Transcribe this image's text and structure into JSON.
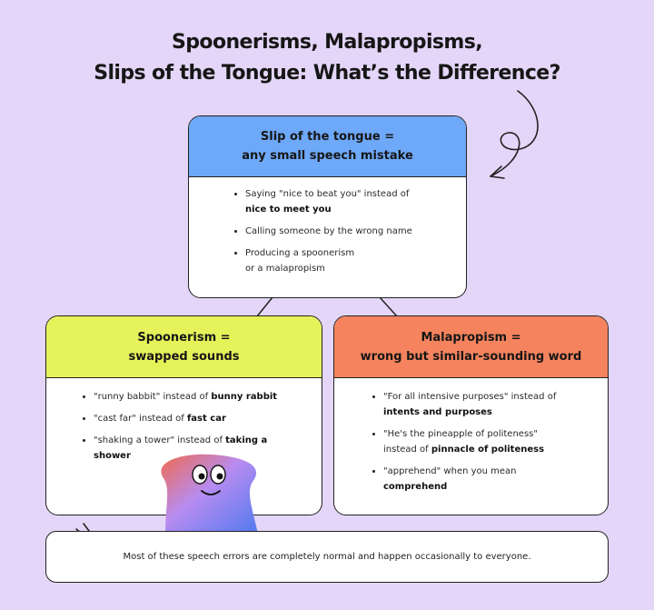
{
  "title": {
    "line1": "Spoonerisms, Malapropisms,",
    "line2": "Slips of the Tongue: What’s the Difference?"
  },
  "slip": {
    "header_line1": "Slip of the tongue =",
    "header_line2": "any small speech mistake",
    "header_color": "#6ea8f8",
    "items": [
      {
        "pre": "Saying \"nice to beat you\" instead of",
        "bold": "nice to meet you",
        "post": ""
      },
      {
        "pre": "Calling someone by the wrong name",
        "bold": "",
        "post": ""
      },
      {
        "pre": "Producing a spoonerism or a malapropism",
        "bold": "",
        "post": ""
      }
    ]
  },
  "spoonerism": {
    "header_line1": "Spoonerism =",
    "header_line2": "swapped sounds",
    "header_color": "#e6f25a",
    "items": [
      {
        "pre": "\"runny babbit\" instead of",
        "bold": "bunny rabbit",
        "post": ""
      },
      {
        "pre": "\"cast far\" instead of",
        "bold": "fast car",
        "post": ""
      },
      {
        "pre": "\"shaking a tower\" instead of",
        "bold": "taking a shower",
        "post": ""
      }
    ]
  },
  "malapropism": {
    "header_line1": "Malapropism =",
    "header_line2": "wrong but similar-sounding word",
    "header_color": "#f5845e",
    "items": [
      {
        "pre": "\"For all intensive purposes\" instead of",
        "bold": "intents and purposes",
        "post": ""
      },
      {
        "pre": "\"He's the pineapple of politeness\" instead of",
        "bold": "pinnacle of politeness",
        "post": ""
      },
      {
        "pre": "\"apprehend\" when you mean",
        "bold": "comprehend",
        "post": ""
      }
    ]
  },
  "footer": {
    "text": "Most of these speech errors are completely normal and happen occasionally to everyone."
  }
}
